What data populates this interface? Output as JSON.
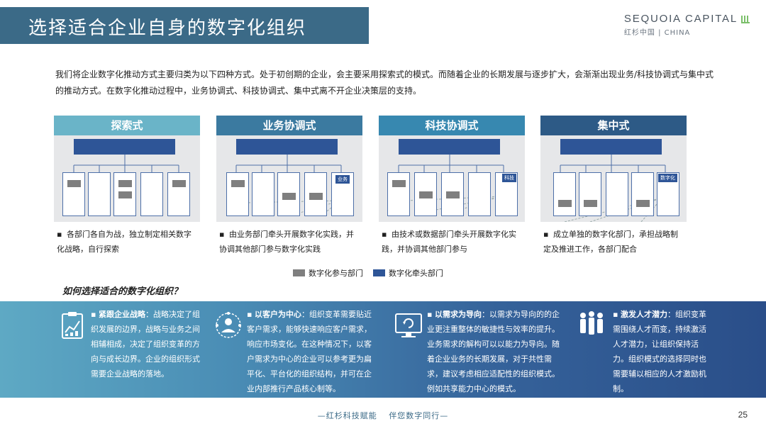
{
  "header": {
    "title": "选择适合企业自身的数字化组织",
    "brand": "SEQUOIA CAPITAL",
    "brand_sub": "红杉中国 | CHINA"
  },
  "intro": "我们将企业数字化推动方式主要归类为以下四种方式。处于初创期的企业，会主要采用探索式的模式。而随着企业的长期发展与逐步扩大，会渐渐出现业务/科技协调式与集中式的推动方式。在数字化推动过程中，业务协调式、科技协调式、集中式离不开企业决策层的支持。",
  "panels": [
    {
      "title": "探索式",
      "color": "#6ab4c8",
      "desc": "各部门各自为战，独立制定相关数字化战略，自行探索"
    },
    {
      "title": "业务协调式",
      "color": "#3b7aa0",
      "tag": "业务",
      "desc": "由业务部门牵头开展数字化实践，并协调其他部门参与数字化实践"
    },
    {
      "title": "科技协调式",
      "color": "#3788b0",
      "tag": "科技",
      "desc": "由技术或数据部门牵头开展数字化实践，并协调其他部门参与"
    },
    {
      "title": "集中式",
      "color": "#2d5a86",
      "tag": "数字化",
      "desc": "成立单独的数字化部门，承担战略制定及推进工作，各部门配合"
    }
  ],
  "legend": {
    "participating": "数字化参与部门",
    "leading": "数字化牵头部门",
    "participating_color": "#7f7f7f",
    "leading_color": "#2e5597"
  },
  "question": "如何选择适合的数字化组织？",
  "cards": [
    {
      "icon": "clipboard-chart-icon",
      "key": "紧跟企业战略",
      "text": "：战略决定了组织发展的边界，战略与业务之间相辅相成，决定了组织变革的方向与成长边界。企业的组织形式需要企业战略的落地。"
    },
    {
      "icon": "customer-network-icon",
      "key": "以客户为中心",
      "text": "：组织变革需要贴近客户需求，能够快速响应客户需求，响应市场变化。在这种情况下，以客户需求为中心的企业可以参考更为扁平化、平台化的组织结构，并可在企业内部推行产品核心制等。"
    },
    {
      "icon": "monitor-refresh-icon",
      "key": "以需求为导向",
      "text": "：以需求为导向的的企业更注重整体的敏捷性与效率的提升。业务需求的解构可以以能力为导向。随着企业业务的长期发展，对于共性需求，建议考虑相应适配性的组织模式。例如共享能力中心的模式。"
    },
    {
      "icon": "people-group-icon",
      "key": "激发人才潜力",
      "text": "：组织变革需围绕人才而变，持续激活人才潜力，让组织保持活力。组织模式的选择同时也需要辅以相应的人才激励机制。"
    }
  ],
  "footer": {
    "slogan": "—红杉科技赋能　 伴您数字同行—",
    "page": "25"
  }
}
